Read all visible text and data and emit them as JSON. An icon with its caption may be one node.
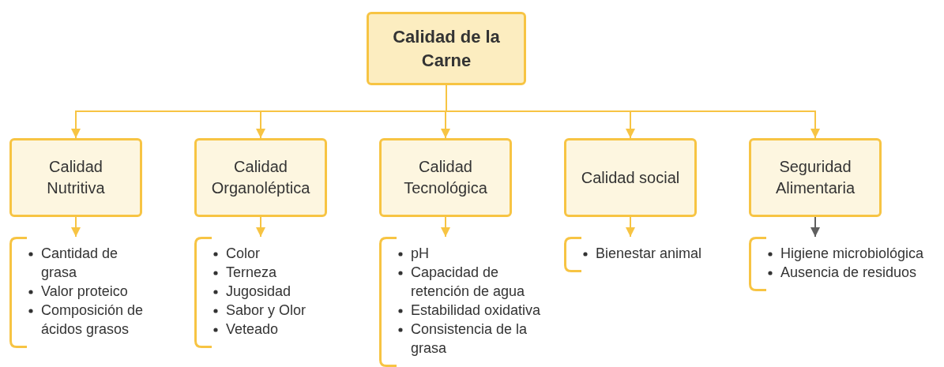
{
  "diagram": {
    "nodes": [
      {
        "text": [
          "Calidad de la Carne"
        ]
      },
      {
        "text": [
          "Calidad Nutritiva"
        ]
      },
      {
        "text": [
          "Calidad Organoléptica"
        ]
      },
      {
        "text": [
          "Calidad Tecnológica"
        ]
      },
      {
        "text": [
          "Calidad social"
        ]
      },
      {
        "text": [
          "Seguridad Alimentaria"
        ]
      },
      {
        "text": [
          "Cantidad de grasa",
          "Valor proteico",
          "Composición de ácidos grasos"
        ]
      },
      {
        "text": [
          "Color",
          "Terneza",
          "Jugosidad",
          "Sabor y Olor",
          "Veteado"
        ]
      },
      {
        "text": [
          "pH",
          "Capacidad de retención de agua",
          "Estabilidad oxidativa",
          "Consistencia de la grasa"
        ]
      },
      {
        "text": [
          "Bienestar animal"
        ]
      },
      {
        "text": [
          "Higiene microbiológica",
          "Ausencia de residuos"
        ]
      }
    ],
    "edges": [
      {
        "from": 0,
        "to": 1,
        "arrow": "to"
      },
      {
        "from": 0,
        "to": 2,
        "arrow": "to"
      },
      {
        "from": 0,
        "to": 3,
        "arrow": "to"
      },
      {
        "from": 0,
        "to": 4,
        "arrow": "to"
      },
      {
        "from": 0,
        "to": 5,
        "arrow": "to"
      },
      {
        "from": 1,
        "to": 6,
        "arrow": "to"
      },
      {
        "from": 2,
        "to": 7,
        "arrow": "to"
      },
      {
        "from": 3,
        "to": 8,
        "arrow": "to"
      },
      {
        "from": 4,
        "to": 9,
        "arrow": "to"
      },
      {
        "from": 5,
        "to": 10,
        "arrow": "to",
        "color": "#5f5f5f"
      }
    ]
  }
}
